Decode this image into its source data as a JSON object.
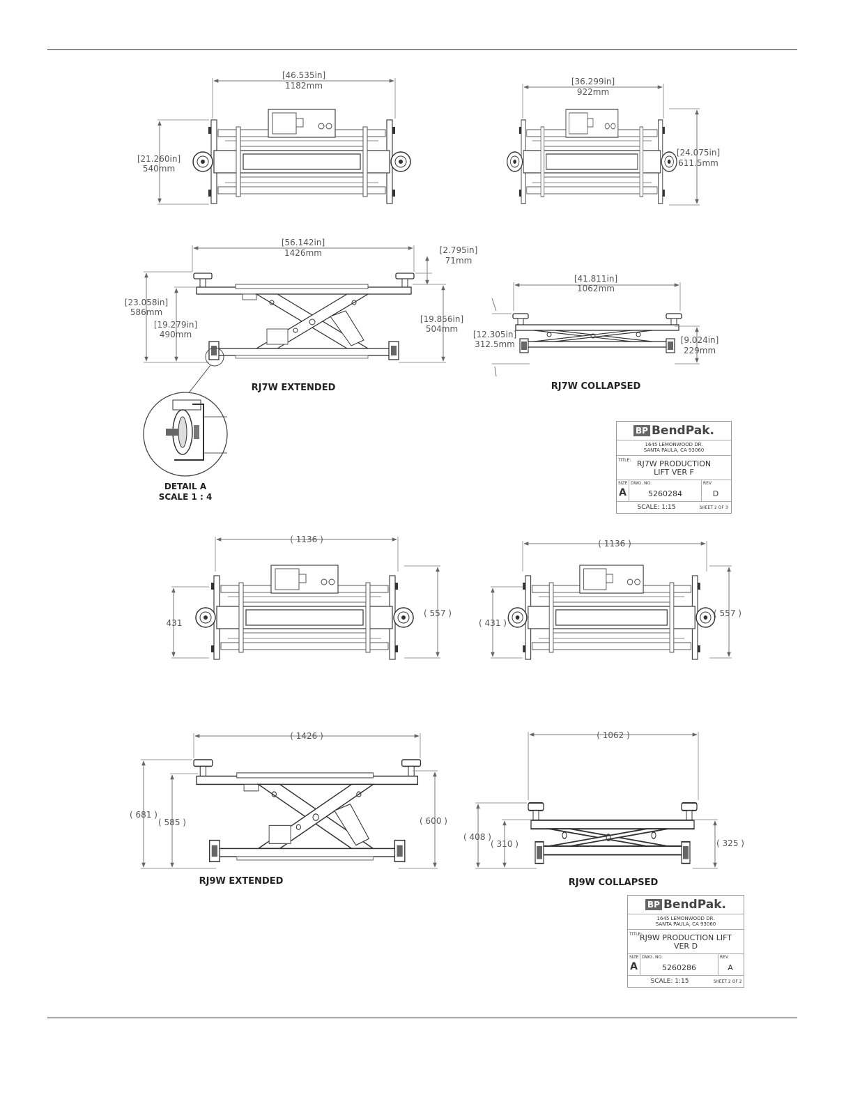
{
  "rj7w": {
    "top_ext": {
      "width_in": "[46.535in]",
      "width_mm": "1182mm",
      "height_in": "[21.260in]",
      "height_mm": "540mm"
    },
    "top_col": {
      "width_in": "[36.299in]",
      "width_mm": "922mm",
      "height_in": "[24.075in]",
      "height_mm": "611.5mm"
    },
    "side_ext": {
      "width_in": "[56.142in]",
      "width_mm": "1426mm",
      "pad_in": "[2.795in]",
      "pad_mm": "71mm",
      "h_total_in": "[23.058in]",
      "h_total_mm": "586mm",
      "h_deck_in": "[19.279in]",
      "h_deck_mm": "490mm",
      "h_right_in": "[19.856in]",
      "h_right_mm": "504mm",
      "caption": "RJ7W  EXTENDED"
    },
    "side_col": {
      "width_in": "[41.811in]",
      "width_mm": "1062mm",
      "h_left_in": "[12.305in]",
      "h_left_mm": "312.5mm",
      "h_right_in": "[9.024in]",
      "h_right_mm": "229mm",
      "caption": "RJ7W COLLAPSED"
    },
    "detail": {
      "title": "DETAIL A",
      "scale": "SCALE 1 : 4"
    },
    "title_block": {
      "logo_mark": "BP",
      "logo": "BendPak.",
      "addr1": "1645 LEMONWOOD DR.",
      "addr2": "SANTA PAULA, CA 93060",
      "title_label": "TITLE:",
      "title1": "RJ7W PRODUCTION",
      "title2": "LIFT VER F",
      "size_label": "SIZE",
      "size": "A",
      "dwg_label": "DWG. NO.",
      "dwg": "5260284",
      "rev_label": "REV",
      "rev": "D",
      "scale": "SCALE: 1:15",
      "sheet": "SHEET 2 OF 3"
    }
  },
  "rj9w": {
    "top_ext": {
      "width": "( 1136 )",
      "h_left": "431",
      "h_right": "( 557 )"
    },
    "top_col": {
      "width": "( 1136 )",
      "h_left": "( 431 )",
      "h_right": "( 557 )"
    },
    "side_ext": {
      "width": "( 1426 )",
      "h_total": "( 681 )",
      "h_deck": "( 585 )",
      "h_right": "( 600 )",
      "caption": "RJ9W EXTENDED"
    },
    "side_col": {
      "width": "( 1062 )",
      "h_total": "( 408 )",
      "h_deck": "( 310 )",
      "h_right": "( 325 )",
      "caption": "RJ9W COLLAPSED"
    },
    "title_block": {
      "logo_mark": "BP",
      "logo": "BendPak.",
      "addr1": "1645 LEMONWOOD DR.",
      "addr2": "SANTA PAULA, CA 93060",
      "title_label": "TITLE:",
      "title1": "RJ9W PRODUCTION LIFT",
      "title2": "VER D",
      "size_label": "SIZE",
      "size": "A",
      "dwg_label": "DWG. NO.",
      "dwg": "5260286",
      "rev_label": "REV",
      "rev": "A",
      "scale": "SCALE: 1:15",
      "sheet": "SHEET 2 OF 2"
    }
  }
}
